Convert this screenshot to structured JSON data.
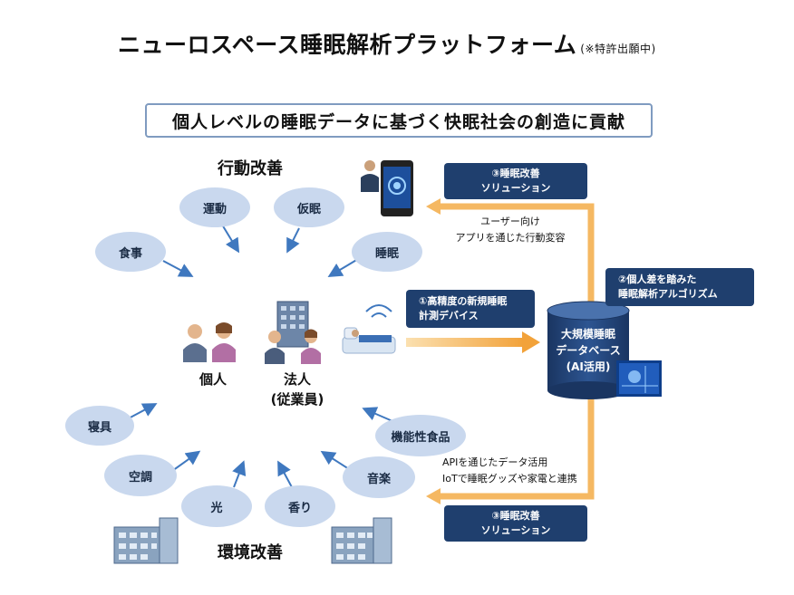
{
  "title": "ニューロスペース睡眠解析プラットフォーム",
  "title_note": "(※特許出願中)",
  "mission": "個人レベルの睡眠データに基づく快眠社会の創造に貢献",
  "sections": {
    "behavior": "行動改善",
    "environment": "環境改善"
  },
  "behavior_items": [
    "運動",
    "仮眠",
    "食事",
    "睡眠"
  ],
  "environment_items": [
    "寝具",
    "空調",
    "光",
    "香り",
    "音楽",
    "機能性食品"
  ],
  "subjects": {
    "individual": "個人",
    "corporate": "法人",
    "employees": "(従業員)"
  },
  "boxes": {
    "solution_top": [
      "③睡眠改善",
      "ソリューション"
    ],
    "device": [
      "①高精度の新規睡眠",
      "計測デバイス"
    ],
    "algorithm": [
      "②個人差を踏みた",
      "睡眠解析アルゴリズム"
    ],
    "solution_bottom": [
      "③睡眠改善",
      "ソリューション"
    ]
  },
  "notes": {
    "app": [
      "ユーザー向け",
      "アプリを通じた行動変容"
    ],
    "api": [
      "APIを通じたデータ活用",
      "IoTで睡眠グッズや家電と連携"
    ]
  },
  "database": [
    "大規模睡眠",
    "データベース",
    "(AI活用)"
  ],
  "colors": {
    "navy": "#1f3f6e",
    "bubble": "#c9d8ee",
    "arrow_orange": "#f2a23a",
    "arrow_blue": "#3f78bf",
    "mission_border": "#7f9bc0"
  }
}
